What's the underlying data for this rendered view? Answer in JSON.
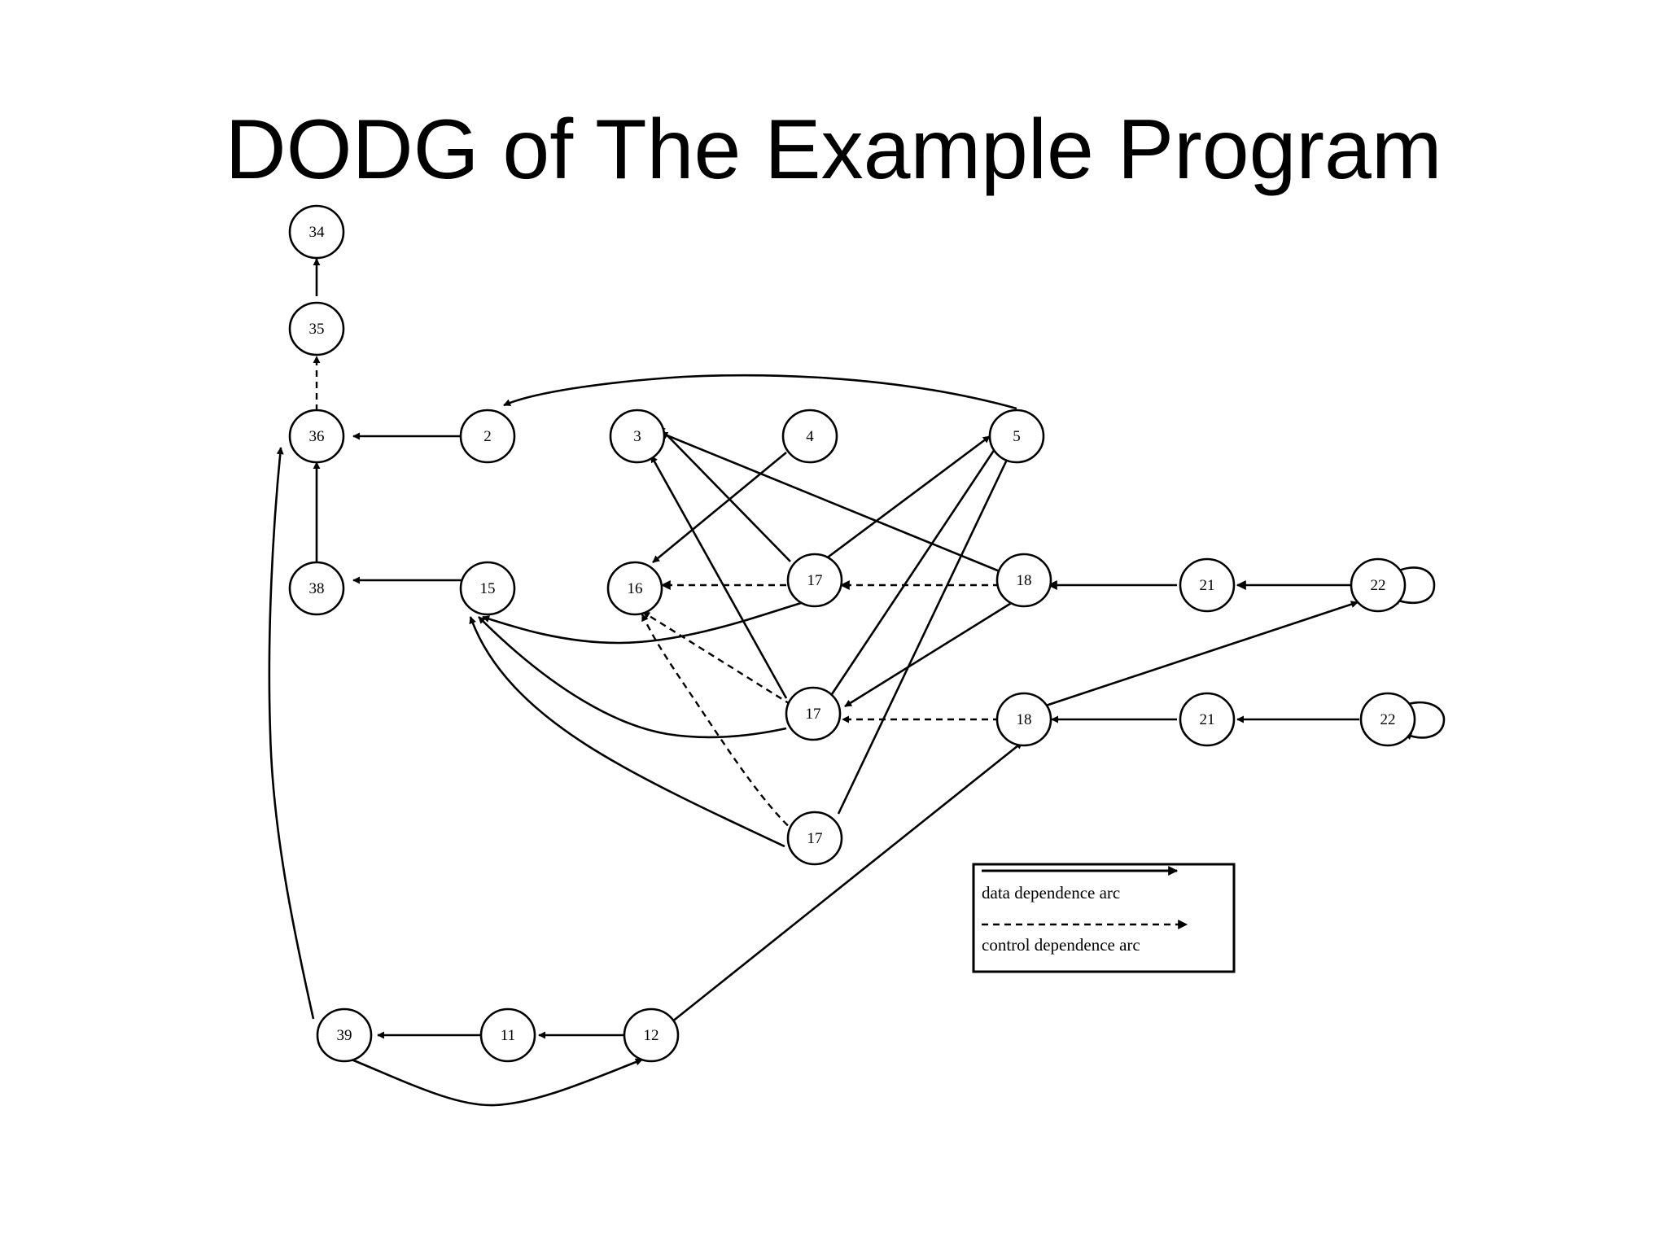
{
  "title": "DODG of The Example Program",
  "nodes": {
    "n34": "34",
    "n35": "35",
    "n36": "36",
    "n2": "2",
    "n3": "3",
    "n4": "4",
    "n5": "5",
    "n38": "38",
    "n15": "15",
    "n16": "16",
    "n17a": "17",
    "n18a": "18",
    "n21a": "21",
    "n22a": "22",
    "n17b": "17",
    "n18b": "18",
    "n21b": "21",
    "n22b": "22",
    "n17c": "17",
    "n39": "39",
    "n11": "11",
    "n12": "12"
  },
  "legend": {
    "data_label": "data dependence arc",
    "control_label": "control dependence arc"
  }
}
